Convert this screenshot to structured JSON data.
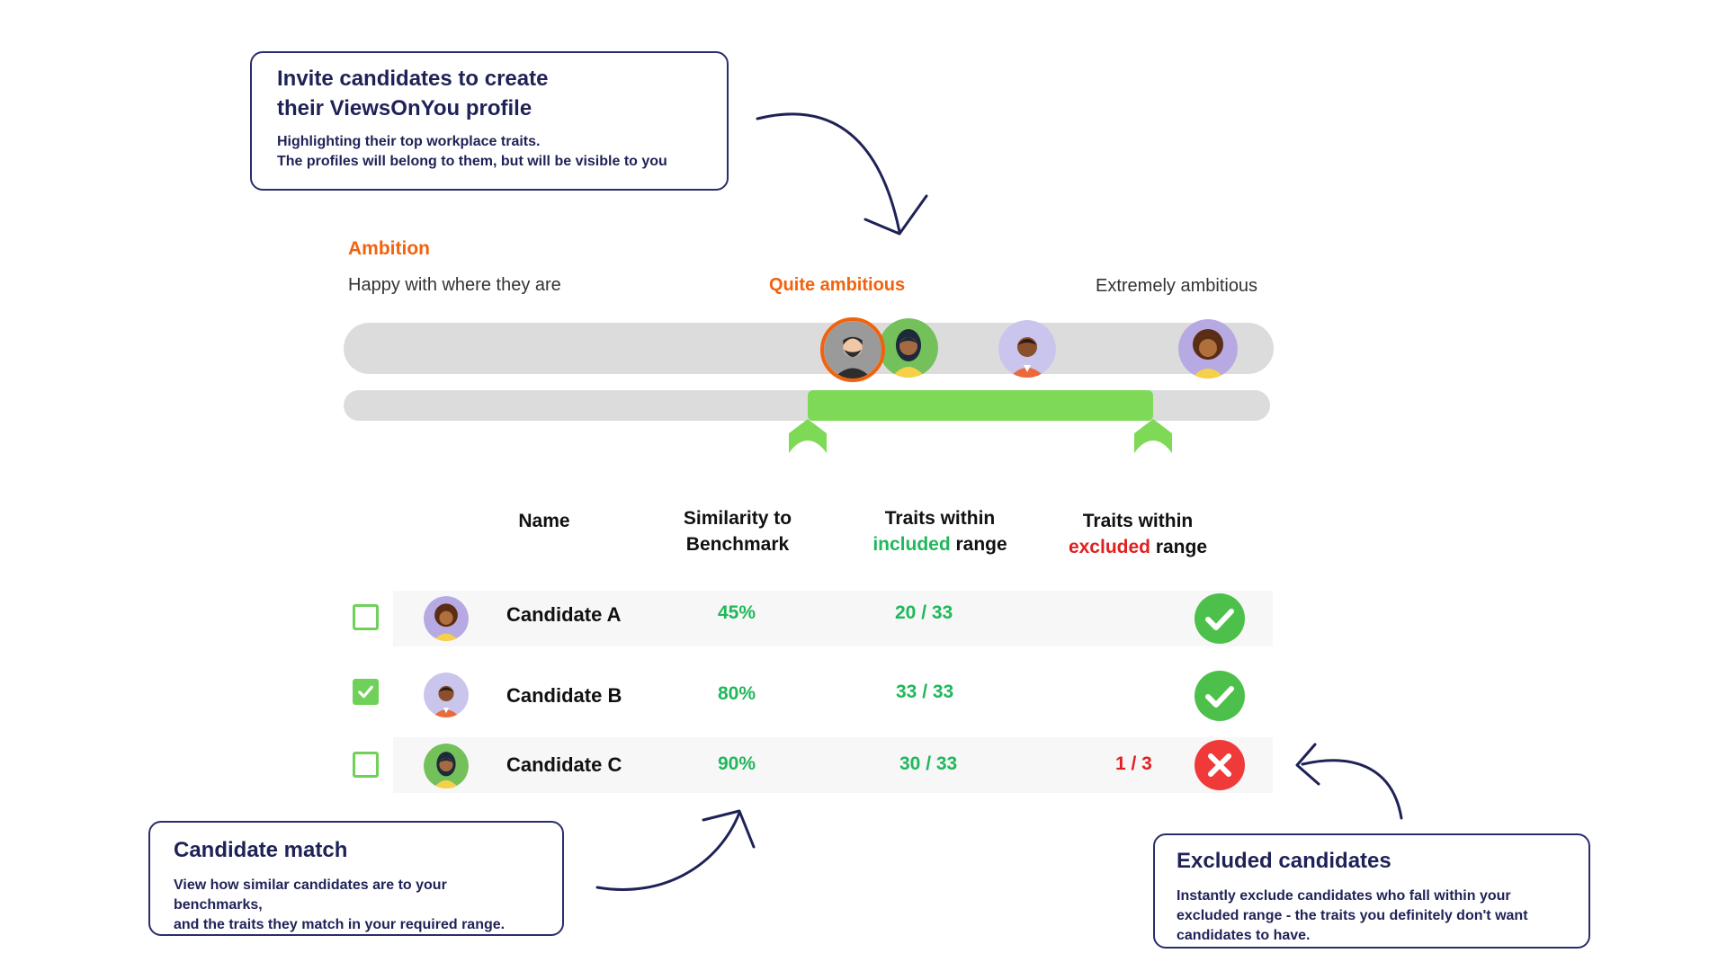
{
  "callouts": {
    "invite": {
      "title_line1": "Invite candidates to create",
      "title_line2": "their ViewsOnYou profile",
      "text_line1": "Highlighting their top workplace traits.",
      "text_line2": "The profiles will belong to them, but will be visible to you"
    },
    "match": {
      "title": "Candidate match",
      "text_line1": "View how similar candidates are to your benchmarks,",
      "text_line2": "and the traits they match in your required range."
    },
    "excluded": {
      "title": "Excluded candidates",
      "text_line1": "Instantly exclude candidates who fall  within your",
      "text_line2": "excluded range - the traits you definitely don't want",
      "text_line3": "candidates to have."
    }
  },
  "ambition": {
    "title": "Ambition",
    "low_label": "Happy with where they are",
    "mid_label": "Quite ambitious",
    "high_label": "Extremely ambitious"
  },
  "table": {
    "headers": {
      "name": "Name",
      "similarity_line1": "Similarity to",
      "similarity_line2": "Benchmark",
      "included_line1": "Traits within",
      "included_word": "included",
      "included_suffix": " range",
      "excluded_line1": "Traits within",
      "excluded_word": "excluded",
      "excluded_suffix": " range"
    },
    "rows": [
      {
        "name": "Candidate A",
        "similarity": "45%",
        "included": "20 / 33",
        "excluded": "",
        "checked": false,
        "status": "pass"
      },
      {
        "name": "Candidate B",
        "similarity": "80%",
        "included": "33 / 33",
        "excluded": "",
        "checked": true,
        "status": "pass"
      },
      {
        "name": "Candidate C",
        "similarity": "90%",
        "included": "30 / 33",
        "excluded": "1 / 3",
        "checked": false,
        "status": "fail"
      }
    ]
  },
  "colors": {
    "accent_orange": "#f2620d",
    "green": "#1fb85a",
    "range_green": "#7ed957",
    "red": "#e02020",
    "navy": "#1f2257"
  },
  "icons": {
    "check": "check-circle-icon",
    "cross": "x-circle-icon",
    "checkbox": "checkbox-icon"
  }
}
